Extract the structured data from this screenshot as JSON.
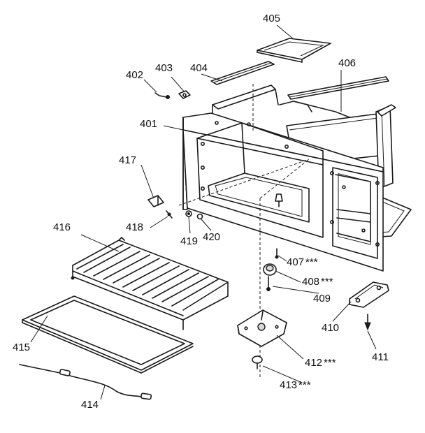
{
  "labels": {
    "p401": "401",
    "p402": "402",
    "p403": "403",
    "p404": "404",
    "p405": "405",
    "p406": "406",
    "p407": "407",
    "p408": "408",
    "p409": "409",
    "p410": "410",
    "p411": "411",
    "p412": "412",
    "p413": "413",
    "p414": "414",
    "p415": "415",
    "p416": "416",
    "p417": "417",
    "p418": "418",
    "p419": "419",
    "p420": "420"
  },
  "marks": {
    "triple_star": "***"
  },
  "colors": {
    "ink": "#1a1a1a",
    "paper": "#ffffff"
  }
}
